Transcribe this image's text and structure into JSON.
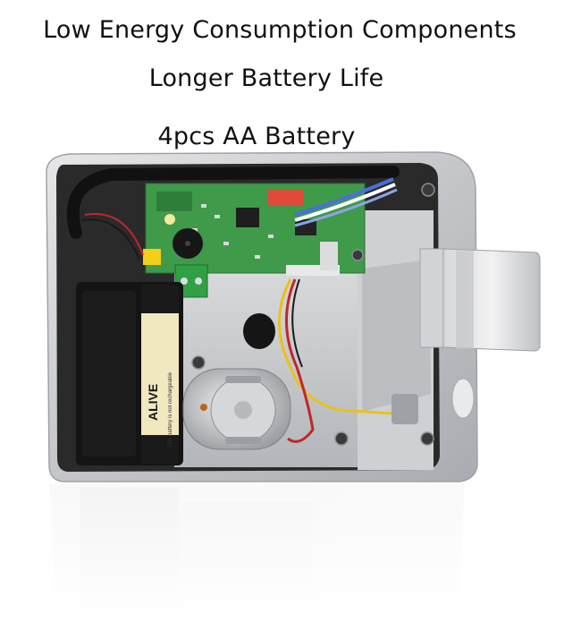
{
  "captions": {
    "line1": "Low Energy Consumption Components",
    "line2": "Longer Battery Life",
    "line3": "4pcs AA Battery"
  },
  "battery": {
    "brand_text": "ALIVE",
    "warning_text": "This battery is not rechargeable"
  },
  "colors": {
    "pcb": "#3f9a4a",
    "housing": "#c9cacc",
    "battery_label": "#f1e8c0",
    "battery_holder": "#141414",
    "terminal_block": "#2fa045",
    "connector": "#e04a3a",
    "wire_yellow": "#e8c21a",
    "wire_red": "#c0272d"
  }
}
